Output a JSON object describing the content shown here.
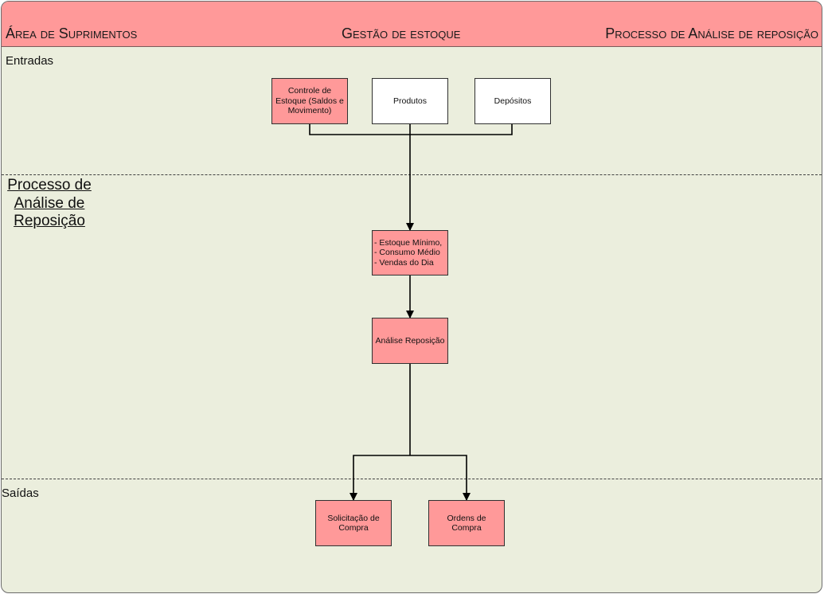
{
  "header": {
    "left": "Área de Suprimentos",
    "center": "Gestão de estoque",
    "right": "Processo de Análise de reposição"
  },
  "lanes": {
    "entradas": "Entradas",
    "processo": "Processo de Análise de Reposição",
    "saidas": "Saídas"
  },
  "boxes": {
    "controle": "Controle de Estoque (Saldos e Movimento)",
    "produtos": "Produtos",
    "depositos": "Depósitos",
    "parametros": "- Estoque Mínimo,\n- Consumo Médio\n- Vendas do Dia",
    "analise": "Análise Reposição",
    "solicitacao": "Solicitação de Compra",
    "ordens": "Ordens de Compra"
  },
  "colors": {
    "header": "#ff9999",
    "background": "#ebeedd",
    "process_box": "#ff9999",
    "input_box": "#ffffff"
  }
}
